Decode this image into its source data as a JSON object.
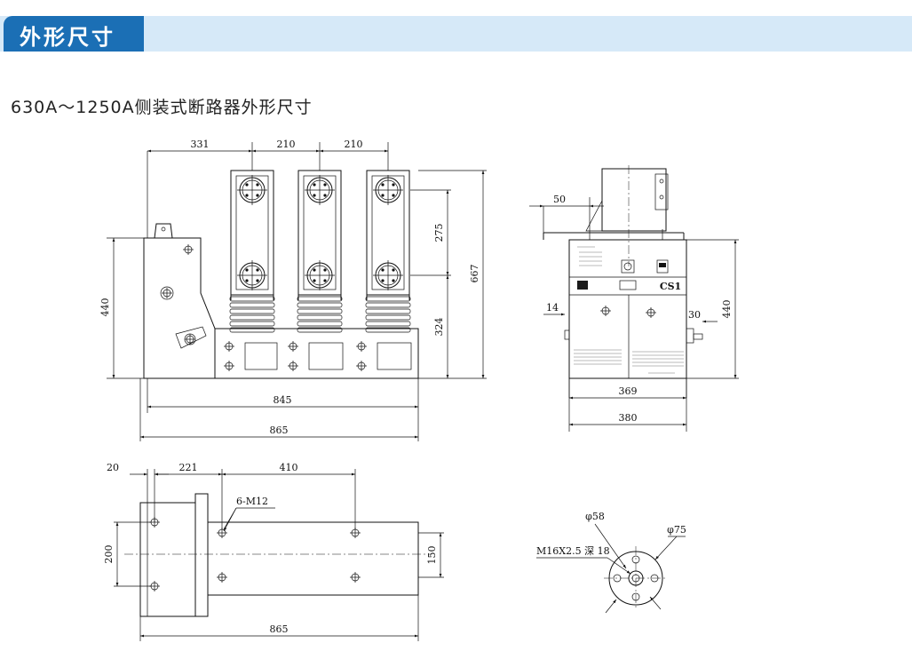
{
  "header": {
    "title": "外形尺寸"
  },
  "subtitle": "630A～1250A侧装式断路器外形尺寸",
  "front_view": {
    "dims": {
      "d331": "331",
      "d210a": "210",
      "d210b": "210",
      "d275": "275",
      "d324": "324",
      "d667": "667",
      "d440": "440",
      "d845": "845",
      "d865": "865"
    }
  },
  "side_view": {
    "dims": {
      "d50": "50",
      "d14": "14",
      "d30": "30",
      "d440": "440",
      "d369": "369",
      "d380": "380"
    },
    "panel": {
      "model": "CS1"
    }
  },
  "top_view": {
    "dims": {
      "d20": "20",
      "d221": "221",
      "d410": "410",
      "d200": "200",
      "d150": "150",
      "d865": "865"
    },
    "hole_label": "6-M12"
  },
  "terminal_view": {
    "labels": {
      "inner": "φ58",
      "outer": "φ75",
      "thread": "M16X2.5 深 18"
    }
  }
}
